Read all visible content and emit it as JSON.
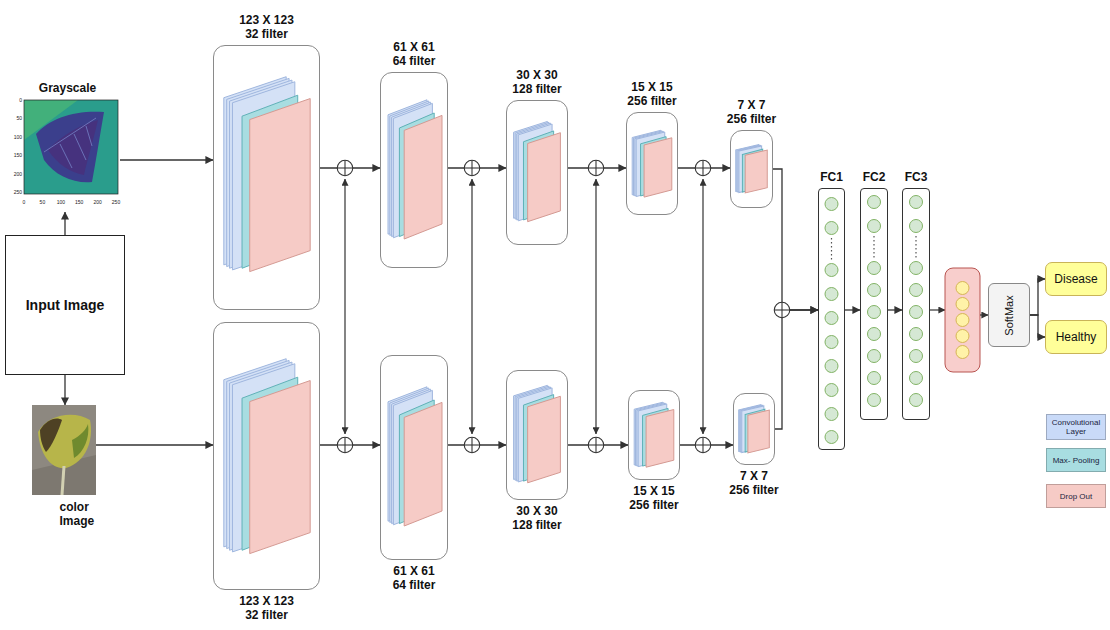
{
  "diagram": {
    "nodes": [
      {
        "text": [
          "Grayscale"
        ]
      },
      {
        "text": [
          "Input Image"
        ]
      },
      {
        "text": [
          "color Image"
        ]
      },
      {
        "text": [
          "123 X 123 32 filter"
        ]
      },
      {
        "text": [
          "61 X 61 64 filter"
        ]
      },
      {
        "text": [
          "30 X 30 128 filter"
        ]
      },
      {
        "text": [
          "15 X 15 256 filter"
        ]
      },
      {
        "text": [
          "7 X 7 256 filter"
        ]
      },
      {
        "text": [
          "123 X 123 32 filter"
        ]
      },
      {
        "text": [
          "61 X 61 64 filter"
        ]
      },
      {
        "text": [
          "30 X 30 128 filter"
        ]
      },
      {
        "text": [
          "15 X 15 256 filter"
        ]
      },
      {
        "text": [
          "7 X 7 256 filter"
        ]
      },
      {
        "text": [
          "FC1"
        ]
      },
      {
        "text": [
          "FC2"
        ]
      },
      {
        "text": [
          "FC3"
        ]
      },
      {
        "text": [
          "SoftMax"
        ]
      },
      {
        "text": [
          "Disease"
        ]
      },
      {
        "text": [
          "Healthy"
        ]
      }
    ],
    "edges": [
      {
        "from": 1,
        "to": 0,
        "arrow": "to"
      },
      {
        "from": 1,
        "to": 2,
        "arrow": "to"
      },
      {
        "from": 0,
        "to": 3,
        "arrow": "to"
      },
      {
        "from": 3,
        "to": 4,
        "arrow": "to"
      },
      {
        "from": 4,
        "to": 5,
        "arrow": "to"
      },
      {
        "from": 5,
        "to": 6,
        "arrow": "to"
      },
      {
        "from": 6,
        "to": 7,
        "arrow": "to"
      },
      {
        "from": 2,
        "to": 8,
        "arrow": "to"
      },
      {
        "from": 8,
        "to": 9,
        "arrow": "to"
      },
      {
        "from": 9,
        "to": 10,
        "arrow": "to"
      },
      {
        "from": 10,
        "to": 11,
        "arrow": "to"
      },
      {
        "from": 11,
        "to": 12,
        "arrow": "to"
      },
      {
        "from": 7,
        "to": 13,
        "arrow": "to"
      },
      {
        "from": 12,
        "to": 13,
        "arrow": "to"
      },
      {
        "from": 13,
        "to": 14,
        "arrow": "to"
      },
      {
        "from": 14,
        "to": 15,
        "arrow": "to"
      },
      {
        "from": 16,
        "to": 17,
        "arrow": "to"
      },
      {
        "from": 16,
        "to": 18,
        "arrow": "to"
      }
    ],
    "labels": [
      "0",
      "50",
      "100",
      "150",
      "200",
      "250",
      "0",
      "50",
      "100",
      "150",
      "200",
      "250"
    ],
    "legend": [
      {
        "text": "Convolutional Layer",
        "color": "#c9daf8"
      },
      {
        "text": "Max- Pooling",
        "color": "#a8dde1"
      },
      {
        "text": "Drop Out",
        "color": "#f6cbc6"
      }
    ]
  }
}
